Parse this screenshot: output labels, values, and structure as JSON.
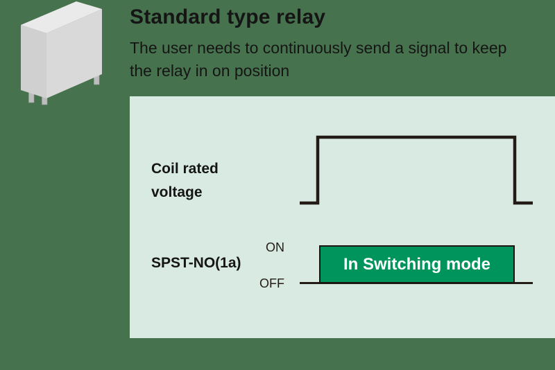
{
  "colors": {
    "background": "#47724e",
    "panel": "#d8eae2",
    "accent_green": "#00945d",
    "line": "#221b16",
    "text": "#151515",
    "box_text": "#ffffff",
    "relay_top": "#eaeaea",
    "relay_front": "#d0d0d0",
    "relay_side": "#d9d9d9",
    "relay_pin": "#bdbdbd"
  },
  "header": {
    "title": "Standard type relay",
    "description_lines": [
      "The user needs to continuously send a signal to keep",
      "the relay in on position"
    ]
  },
  "diagram": {
    "coil_label_lines": [
      "Coil rated",
      "voltage"
    ],
    "contact_label": "SPST-NO(1a)",
    "on_label": "ON",
    "off_label": "OFF",
    "switching_box_label": "In Switching mode",
    "waveform": {
      "coil_signal_states": [
        "low",
        "high",
        "low"
      ],
      "contact_states": [
        "OFF",
        "ON",
        "OFF"
      ]
    }
  },
  "icons": {
    "relay": "relay-3d-illustration"
  }
}
